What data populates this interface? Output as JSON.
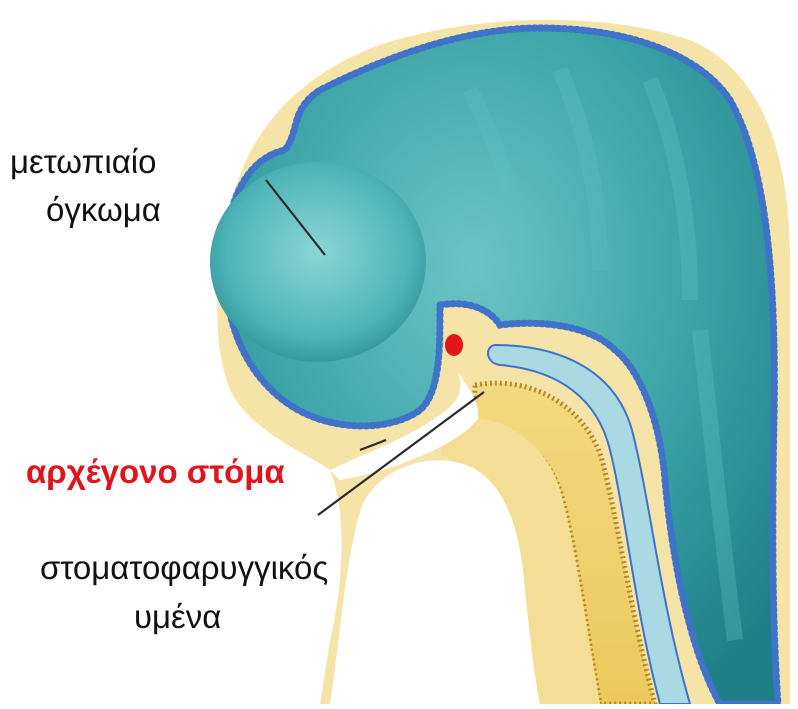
{
  "labels": {
    "frontal_bulge_line1": "μετωπιαίο",
    "frontal_bulge_line2": "όγκωμα",
    "primitive_mouth": "αρχέγονο στόμα",
    "membrane_line1": "στοματοφαρυγγικός",
    "membrane_line2": "υμένα"
  },
  "colors": {
    "neural_tissue": "#3aa6aa",
    "neural_tissue_light": "#7fd0d2",
    "ectoderm_border": "#3f72c9",
    "mesoderm": "#f6e4a6",
    "endoderm": "#e9c24f",
    "notochord": "#a7d6e0",
    "highlight_label": "#e0141c",
    "marker_dot": "#e3141c"
  }
}
